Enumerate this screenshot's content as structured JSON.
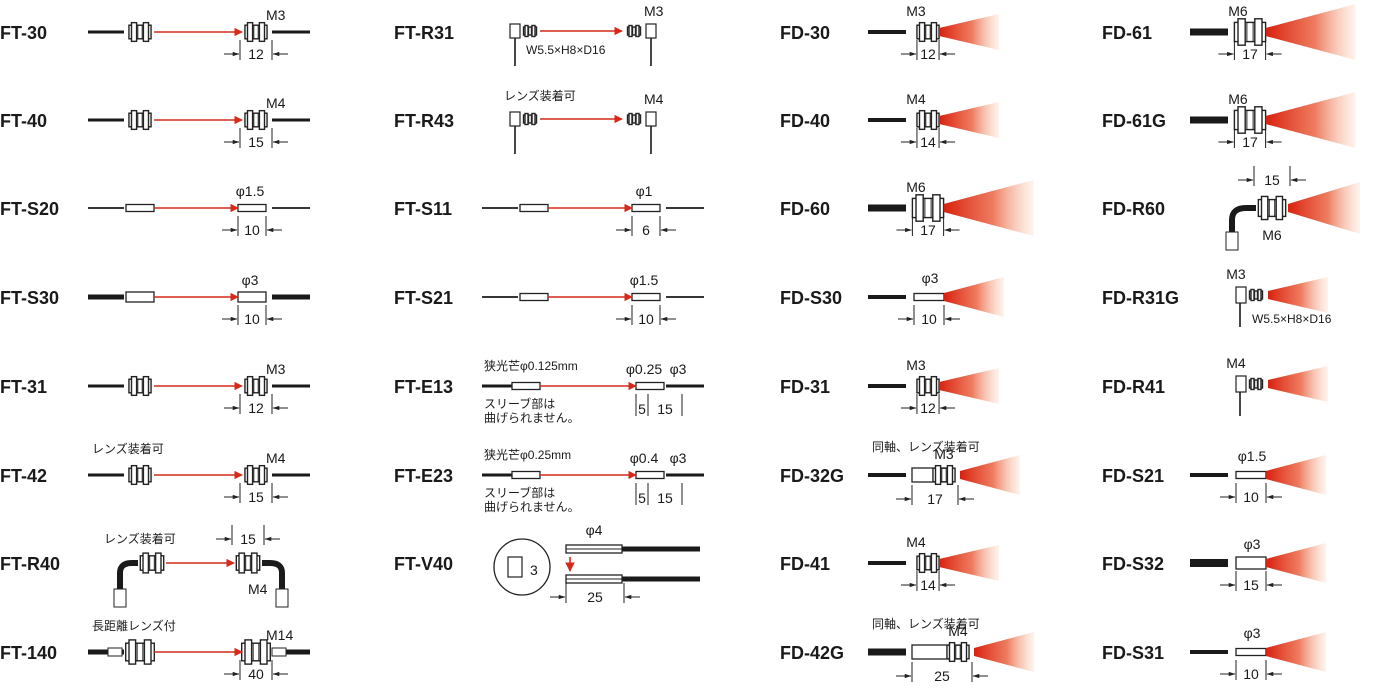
{
  "colors": {
    "cable": "#1a1a1a",
    "beam": "#d42a1a",
    "ink": "#222222",
    "light_red": "#e02a12"
  },
  "columns": [
    {
      "name": "through-beam-column-1",
      "items": [
        {
          "code": "FT-30",
          "kind": "tb",
          "style": "nut",
          "size": "M3",
          "dim": "12"
        },
        {
          "code": "FT-40",
          "kind": "tb",
          "style": "nut",
          "size": "M4",
          "dim": "15"
        },
        {
          "code": "FT-S20",
          "kind": "tb",
          "style": "sleeve",
          "size": "φ1.5",
          "dim": "10"
        },
        {
          "code": "FT-S30",
          "kind": "tb",
          "style": "sleeve_thick",
          "size": "φ3",
          "dim": "10"
        },
        {
          "code": "FT-31",
          "kind": "tb",
          "style": "nut",
          "size": "M3",
          "dim": "12"
        },
        {
          "code": "FT-42",
          "kind": "tb",
          "style": "nut",
          "size": "M4",
          "dim": "15",
          "note": "レンズ装着可"
        },
        {
          "code": "FT-R40",
          "kind": "tb",
          "style": "right_angle",
          "size": "M4",
          "dim": "15",
          "note": "レンズ装着可"
        },
        {
          "code": "FT-140",
          "kind": "tb",
          "style": "long",
          "size": "M14",
          "dim": "40",
          "note": "長距離レンズ付"
        }
      ]
    },
    {
      "name": "through-beam-column-2",
      "items": [
        {
          "code": "FT-R31",
          "kind": "tb",
          "style": "mini_angle",
          "size": "M3",
          "dim_text": "W5.5×H8×D16"
        },
        {
          "code": "FT-R43",
          "kind": "tb",
          "style": "mini_angle",
          "size": "M4",
          "note": "レンズ装着可"
        },
        {
          "code": "FT-S11",
          "kind": "tb",
          "style": "sleeve",
          "size": "φ1",
          "dim": "6"
        },
        {
          "code": "FT-S21",
          "kind": "tb",
          "style": "sleeve",
          "size": "φ1.5",
          "dim": "10"
        },
        {
          "code": "FT-E13",
          "kind": "tb",
          "style": "sleeve_e",
          "size_a": "φ0.25",
          "size_b": "φ3",
          "dim_a": "5",
          "dim_b": "15",
          "note": "狭光芒φ0.125mm",
          "note2_line1": "スリーブ部は",
          "note2_line2": "曲げられません。"
        },
        {
          "code": "FT-E23",
          "kind": "tb",
          "style": "sleeve_e",
          "size_a": "φ0.4",
          "size_b": "φ3",
          "dim_a": "5",
          "dim_b": "15",
          "note": "狭光芒φ0.25mm",
          "note2_line1": "スリーブ部は",
          "note2_line2": "曲げられません。"
        },
        {
          "code": "FT-V40",
          "kind": "tb",
          "style": "vtype",
          "size": "φ4",
          "dim": "25",
          "dim_side": "3"
        }
      ]
    },
    {
      "name": "diffuse-column-1",
      "items": [
        {
          "code": "FD-30",
          "kind": "df",
          "style": "nut",
          "size": "M3",
          "dim": "12"
        },
        {
          "code": "FD-40",
          "kind": "df",
          "style": "nut",
          "size": "M4",
          "dim": "14"
        },
        {
          "code": "FD-60",
          "kind": "df",
          "style": "nut_big",
          "size": "M6",
          "dim": "17"
        },
        {
          "code": "FD-S30",
          "kind": "df",
          "style": "sleeve",
          "size": "φ3",
          "dim": "10"
        },
        {
          "code": "FD-31",
          "kind": "df",
          "style": "nut",
          "size": "M3",
          "dim": "12"
        },
        {
          "code": "FD-32G",
          "kind": "df",
          "style": "coax",
          "size": "M3",
          "dim": "17",
          "note": "同軸、レンズ装着可"
        },
        {
          "code": "FD-41",
          "kind": "df",
          "style": "nut",
          "size": "M4",
          "dim": "14"
        },
        {
          "code": "FD-42G",
          "kind": "df",
          "style": "coax_long",
          "size": "M4",
          "dim": "25",
          "note": "同軸、レンズ装着可"
        }
      ]
    },
    {
      "name": "diffuse-column-2",
      "items": [
        {
          "code": "FD-61",
          "kind": "df",
          "style": "nut_big",
          "size": "M6",
          "dim": "17"
        },
        {
          "code": "FD-61G",
          "kind": "df",
          "style": "nut_big",
          "size": "M6",
          "dim": "17"
        },
        {
          "code": "FD-R60",
          "kind": "df",
          "style": "right_angle",
          "size": "M6",
          "dim": "15"
        },
        {
          "code": "FD-R31G",
          "kind": "df",
          "style": "mini_angle",
          "size": "M3",
          "dim_text": "W5.5×H8×D16"
        },
        {
          "code": "FD-R41",
          "kind": "df",
          "style": "mini_angle",
          "size": "M4"
        },
        {
          "code": "FD-S21",
          "kind": "df",
          "style": "sleeve",
          "size": "φ1.5",
          "dim": "10"
        },
        {
          "code": "FD-S32",
          "kind": "df",
          "style": "sleeve_thick",
          "size": "φ3",
          "dim": "15"
        },
        {
          "code": "FD-S31",
          "kind": "df",
          "style": "sleeve",
          "size": "φ3",
          "dim": "10"
        }
      ]
    }
  ]
}
